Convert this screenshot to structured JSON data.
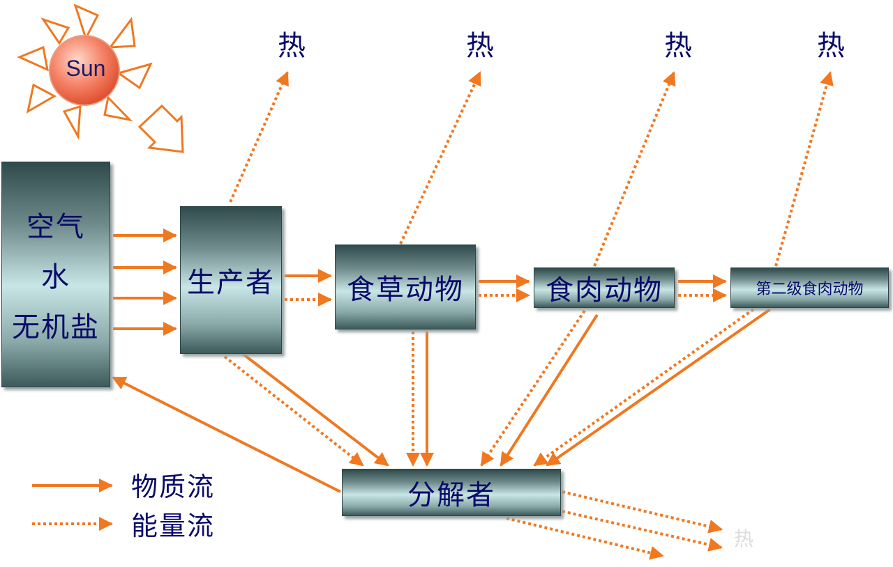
{
  "sun": {
    "label": "Sun"
  },
  "heat_label": "热",
  "nodes": {
    "environment": {
      "lines": [
        "空气",
        "水",
        "无机盐"
      ]
    },
    "producer": "生产者",
    "herbivore": "食草动物",
    "carnivore": "食肉动物",
    "secondary_carnivore": "第二级食肉动物",
    "decomposer": "分解者"
  },
  "legend": {
    "material_flow": "物质流",
    "energy_flow": "能量流"
  },
  "colors": {
    "arrow": "#f07820",
    "text": "#0a0a6a",
    "box_dark": "#2f4a4a",
    "box_light": "#c9e6e6"
  }
}
